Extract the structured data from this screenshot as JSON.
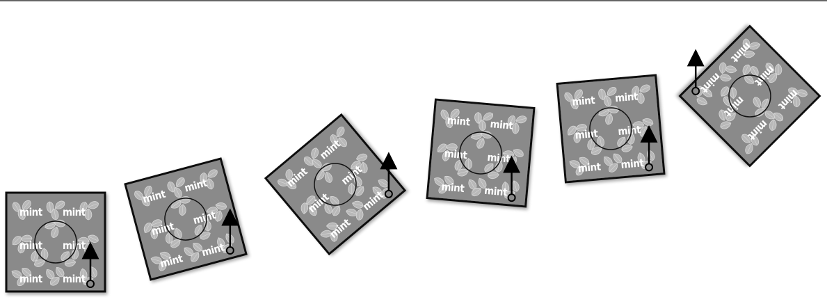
{
  "figure": {
    "tile_text": "mint",
    "colors": {
      "tile_fill": "#8a8a8a",
      "tile_stroke": "#111111",
      "leaf_fill": "#b8b8b8",
      "leaf_stroke": "#d8d8d8",
      "text": "#ffffff",
      "arrow": "#000000",
      "top_rule": "#333333"
    },
    "icons": {
      "leaf": "mint-leaf-icon",
      "arrow": "up-arrow-icon",
      "pivot": "pivot-circle-icon"
    },
    "tiles": [
      {
        "rotation_deg": 0
      },
      {
        "rotation_deg": -15
      },
      {
        "rotation_deg": -40
      },
      {
        "rotation_deg": 5
      },
      {
        "rotation_deg": -5
      },
      {
        "rotation_deg": 135
      }
    ]
  }
}
